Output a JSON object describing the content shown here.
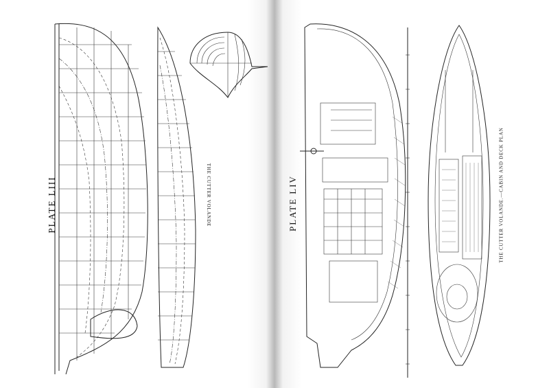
{
  "plates": {
    "left": {
      "label": "PLATE LIII",
      "caption": "THE CUTTER VOLANDE"
    },
    "right": {
      "label": "PLATE LIV",
      "caption": "THE CUTTER VOLANDE.—CABIN AND DECK PLAN"
    }
  },
  "colors": {
    "ink": "#222222",
    "paper": "#ffffff",
    "hatch": "#555555"
  }
}
